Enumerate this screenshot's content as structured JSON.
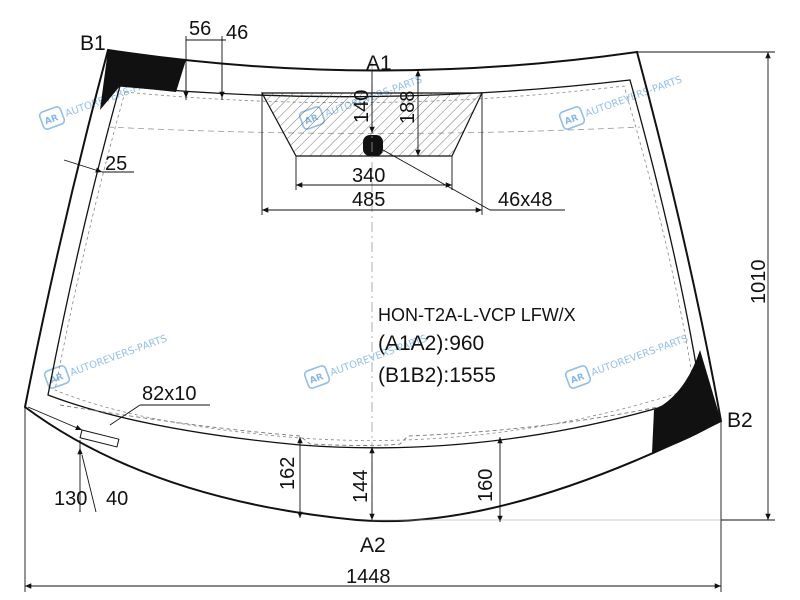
{
  "points": {
    "b1": "B1",
    "a1": "A1",
    "a2": "A2",
    "b2": "B2"
  },
  "dimensions": {
    "d56": "56",
    "d46": "46",
    "d25": "25",
    "d140": "140",
    "d188": "188",
    "d340": "340",
    "d485": "485",
    "d46x48": "46x48",
    "d1010": "1010",
    "d82x10": "82x10",
    "d130": "130",
    "d40": "40",
    "d162": "162",
    "d144": "144",
    "d160": "160",
    "d1448": "1448"
  },
  "spec": {
    "code": "HON-T2A-L-VCP LFW/X",
    "a1a2": "(A1A2):960",
    "b1b2": "(B1B2):1555"
  },
  "watermark": {
    "logo": "AR",
    "text": "AUTOREVERS-PARTS",
    "color": "#3a8bd6"
  },
  "colors": {
    "line": "#111111",
    "hatch": "#555555",
    "fill": "#111111"
  }
}
